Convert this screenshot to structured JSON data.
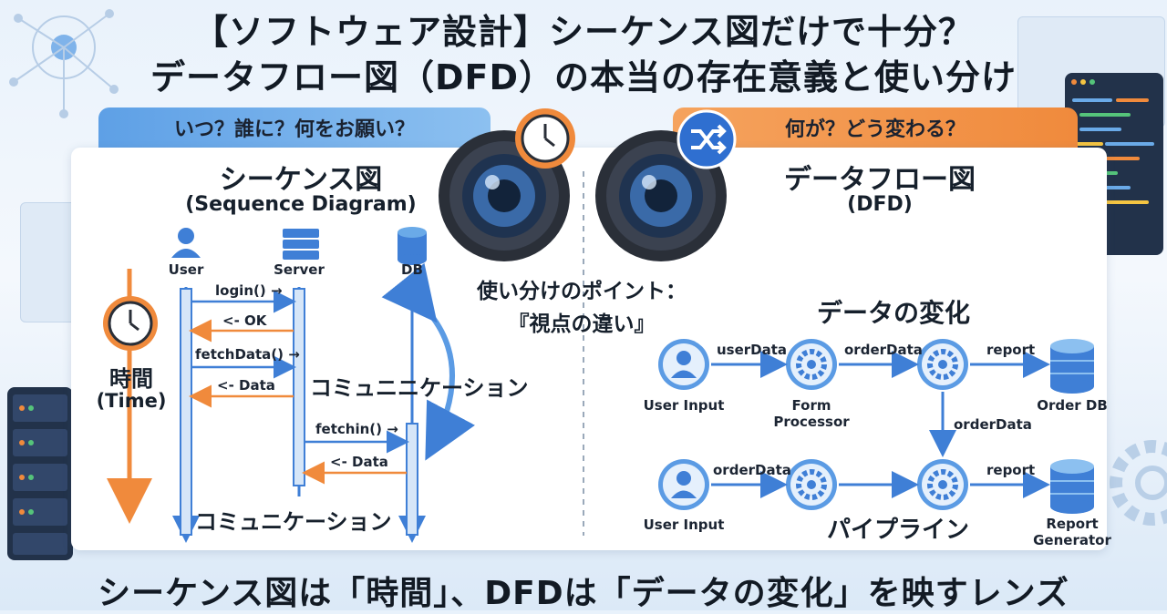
{
  "title_line1": "【ソフトウェア設計】シーケンス図だけで十分？",
  "title_line2": "データフロー図（DFD）の本当の存在意義と使い分け",
  "left_tab": "いつ？誰に？何をお願い？",
  "right_tab": "何が？どう変わる？",
  "sequence": {
    "title": "シーケンス図",
    "subtitle": "(Sequence Diagram)",
    "actors": [
      "User",
      "Server",
      "DB"
    ],
    "messages": [
      "login() →",
      "<- OK",
      "fetchData() →",
      "<- Data",
      "fetchin() →",
      "<- Data"
    ],
    "time_label": "時間",
    "time_sub": "(Time)",
    "comm_label_mid": "コミュニニケーション",
    "comm_label_bottom": "コミュニケーション"
  },
  "center": {
    "point_label": "使い分けのポイント：",
    "point_value": "『視点の違い』"
  },
  "dfd": {
    "title": "データフロー図",
    "subtitle": "(DFD)",
    "section_label": "データの変化",
    "pipeline_label": "パイプライン",
    "nodes": {
      "user_input_1": "User Input",
      "form_processor": "Form\nProcessor",
      "order_db": "Order DB",
      "user_input_2": "User Input",
      "report_generator": "Report\nGenerator"
    },
    "flows": [
      "userData",
      "orderData",
      "report",
      "orderData",
      "orderData",
      "report"
    ]
  },
  "bottom_caption": "シーケンス図は「時間」、DFDは「データの変化」を映すレンズ",
  "colors": {
    "blue": "#3f7fd6",
    "orange": "#f08a3c",
    "tab_blue": "#6aaae8",
    "tab_orange": "#f5a35e"
  },
  "icons": [
    "clock-icon",
    "shuffle-icon",
    "user-icon",
    "server-icon",
    "database-icon",
    "gear-icon",
    "camera-lens-icon"
  ]
}
